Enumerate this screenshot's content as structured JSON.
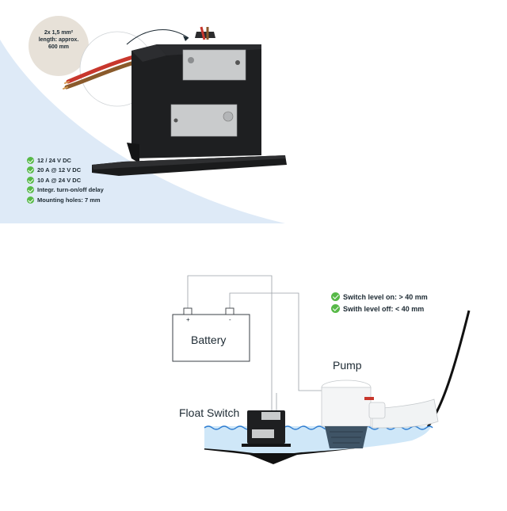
{
  "product": {
    "cable_callout": "2x 1,5 mm² length: approx. 600 mm",
    "specs": [
      {
        "label": "12 / 24 V DC",
        "icon": "check-icon"
      },
      {
        "label": "20 A @ 12 V DC",
        "icon": "check-icon"
      },
      {
        "label": "10 A @ 24 V DC",
        "icon": "check-icon"
      },
      {
        "label": "Integr. turn-on/off delay",
        "icon": "check-icon"
      },
      {
        "label": "Mounting holes: 7 mm",
        "icon": "check-icon"
      }
    ]
  },
  "diagram": {
    "battery": {
      "label": "Battery",
      "plus": "+",
      "minus": "-"
    },
    "pump_label": "Pump",
    "float_switch_label": "Float Switch",
    "levels": [
      {
        "label": "Switch level on: > 40 mm",
        "icon": "check-icon"
      },
      {
        "label": "Swith level off: < 40 mm",
        "icon": "check-icon"
      }
    ]
  },
  "colors": {
    "check_green": "#57b947",
    "water_blue": "#cfe7f8",
    "wave_blue": "#2f7dd1",
    "background_blue": "#deeaf7",
    "housing_black": "#1e1f21",
    "wire_red": "#c8372d",
    "wire_brown": "#8a5a2b"
  }
}
